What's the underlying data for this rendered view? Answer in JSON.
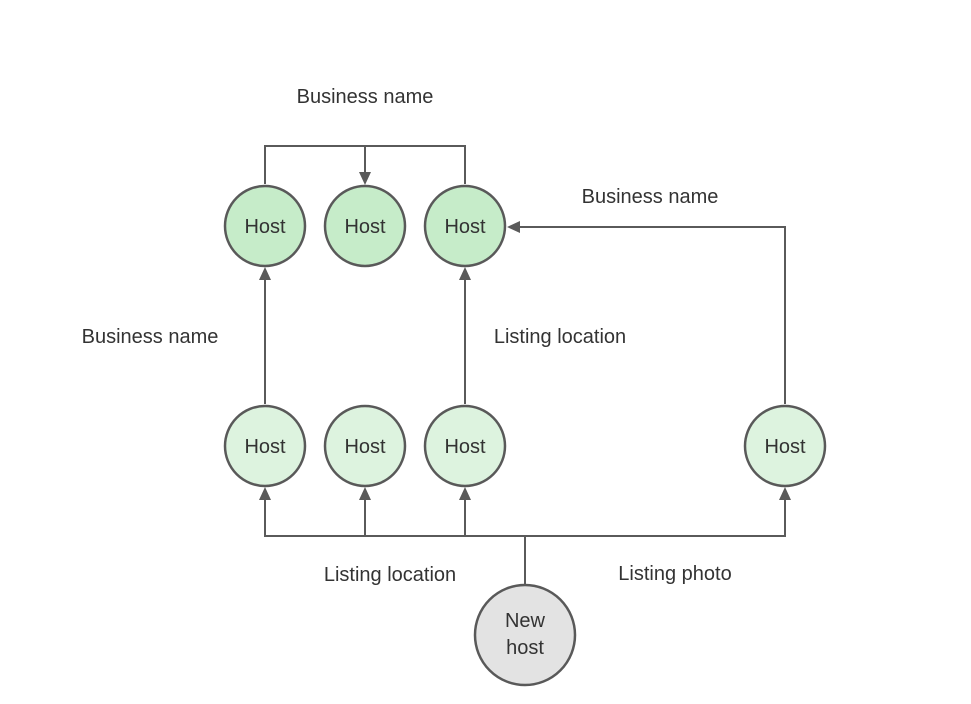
{
  "diagram": {
    "colors": {
      "host_top_fill": "#c6ecc9",
      "host_bottom_fill": "#ddf3df",
      "new_host_fill": "#e3e3e3",
      "node_stroke": "#595959",
      "edge_stroke": "#5a5a5a",
      "text": "#333333"
    },
    "nodes": {
      "top_left": "Host",
      "top_middle": "Host",
      "top_right": "Host",
      "bottom_left": "Host",
      "bottom_middle": "Host",
      "bottom_right": "Host",
      "far_right": "Host",
      "new_host_line1": "New",
      "new_host_line2": "host"
    },
    "edge_labels": {
      "top_business_name": "Business name",
      "right_business_name": "Business name",
      "left_business_name": "Business name",
      "listing_location_upper": "Listing location",
      "listing_location_lower": "Listing location",
      "listing_photo": "Listing photo"
    }
  }
}
